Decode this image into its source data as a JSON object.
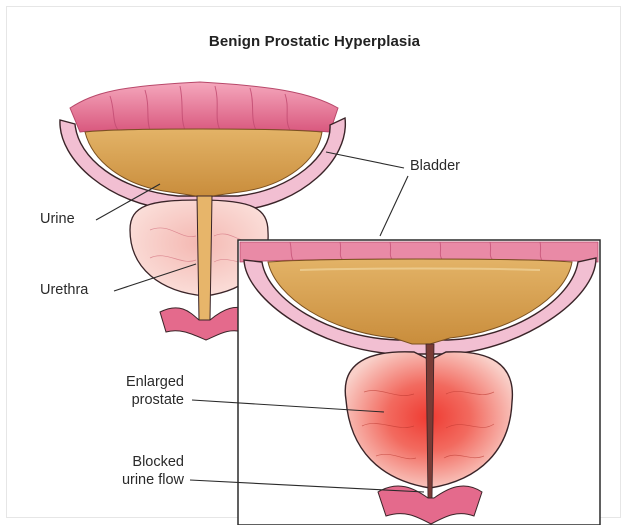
{
  "title": "Benign Prostatic Hyperplasia",
  "labels": {
    "bladder": "Bladder",
    "urine": "Urine",
    "urethra": "Urethra",
    "enlarged_prostate": "Enlarged prostate",
    "enlarged_line1": "Enlarged",
    "enlarged_line2": "prostate",
    "blocked_line1": "Blocked",
    "blocked_line2": "urine flow"
  },
  "colors": {
    "muscle_pink": "#e98aa6",
    "muscle_dark": "#c94d72",
    "bladder_wall": "#f0b7cc",
    "urine": "#d9a553",
    "urine_light": "#ebca85",
    "prostate": "#f7c9c4",
    "prostate_inflamed": "#ef4e43",
    "outline": "#3a2428"
  }
}
